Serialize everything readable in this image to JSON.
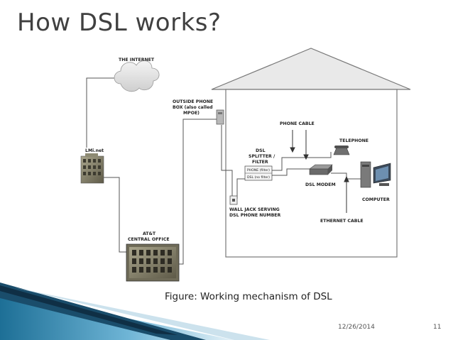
{
  "slide": {
    "title": "How DSL works?",
    "caption": "Figure: Working mechanism of DSL",
    "footer": {
      "date": "12/26/2014",
      "page": "11"
    }
  },
  "diagram": {
    "labels": {
      "internet": "THE INTERNET",
      "isp": "LMi.net",
      "outside_box_1": "OUTSIDE PHONE",
      "outside_box_2": "BOX (also called",
      "outside_box_3": "MPOE)",
      "central_office_1": "AT&T",
      "central_office_2": "CENTRAL OFFICE",
      "phone_cable": "PHONE CABLE",
      "telephone": "TELEPHONE",
      "splitter_1": "DSL",
      "splitter_2": "SPLITTER /",
      "splitter_3": "FILTER",
      "port_phone": "PHONE (filter)",
      "port_dsl": "DSL (no filter)",
      "dsl_modem": "DSL MODEM",
      "computer": "COMPUTER",
      "wall_jack_1": "WALL JACK SERVING",
      "wall_jack_2": "DSL PHONE NUMBER",
      "ethernet_cable": "ETHERNET CABLE"
    }
  }
}
